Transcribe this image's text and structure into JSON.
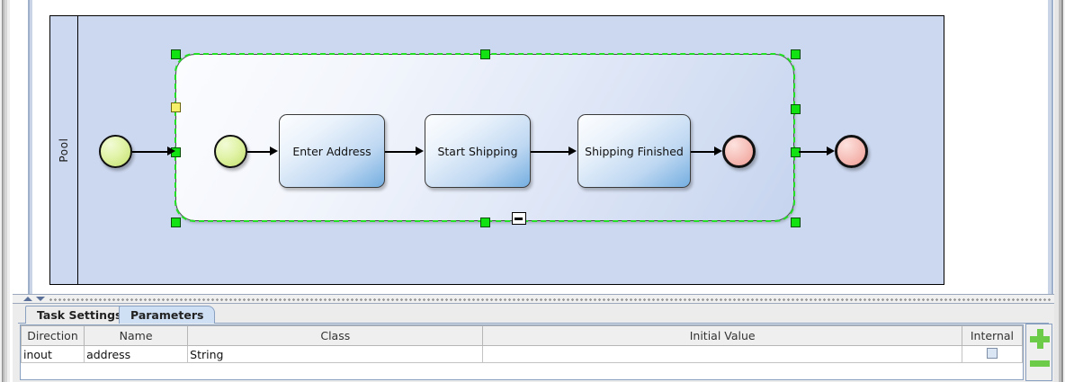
{
  "diagram": {
    "pool_label": "Pool",
    "subprocess": {
      "collapse_marker": "minus-marker",
      "selected": true
    },
    "nodes": [
      {
        "id": "start-outer",
        "type": "start-event",
        "label": ""
      },
      {
        "id": "start-inner",
        "type": "start-event",
        "label": ""
      },
      {
        "id": "task-enter-address",
        "type": "task",
        "label": "Enter Address"
      },
      {
        "id": "task-start-shipping",
        "type": "task",
        "label": "Start Shipping"
      },
      {
        "id": "task-shipping-finished",
        "type": "task",
        "label": "Shipping Finished"
      },
      {
        "id": "end-inner",
        "type": "end-event",
        "label": ""
      },
      {
        "id": "end-outer",
        "type": "end-event",
        "label": ""
      }
    ],
    "colors": {
      "pool_fill": "#ccd8f0",
      "start_event": "#c4e06a",
      "end_event": "#ef9d94",
      "task_accent": "#74aee0",
      "selection": "#12e212",
      "rotate_handle": "#f5ef6a"
    }
  },
  "bottom_panel": {
    "tabs": [
      {
        "label": "Task Settings",
        "active": false
      },
      {
        "label": "Parameters",
        "active": true
      }
    ],
    "table": {
      "columns": [
        "Direction",
        "Name",
        "Class",
        "Initial Value",
        "Internal"
      ],
      "rows": [
        {
          "direction": "inout",
          "name": "address",
          "class": "String",
          "initial_value": "",
          "internal": false
        }
      ]
    },
    "buttons": {
      "add": "add-parameter",
      "remove": "remove-parameter"
    }
  }
}
